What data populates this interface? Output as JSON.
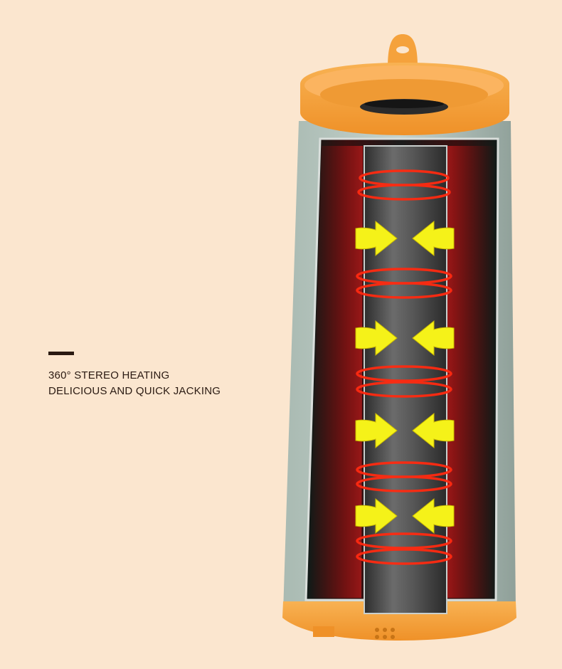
{
  "caption": {
    "line1": "360° STEREO HEATING",
    "line2": "DELICIOUS AND QUICK JACKING"
  },
  "colors": {
    "background": "#fbe6cf",
    "body": "#9fb0a8",
    "accent_orange": "#f5a23c",
    "heating_coil": "#ff2a10",
    "arrow": "#f5f219",
    "tube": "#4a4a4a",
    "text": "#2a1a12"
  },
  "icons": {
    "arrows": "yellow-inward-arrow",
    "coils": "red-heating-ring"
  }
}
